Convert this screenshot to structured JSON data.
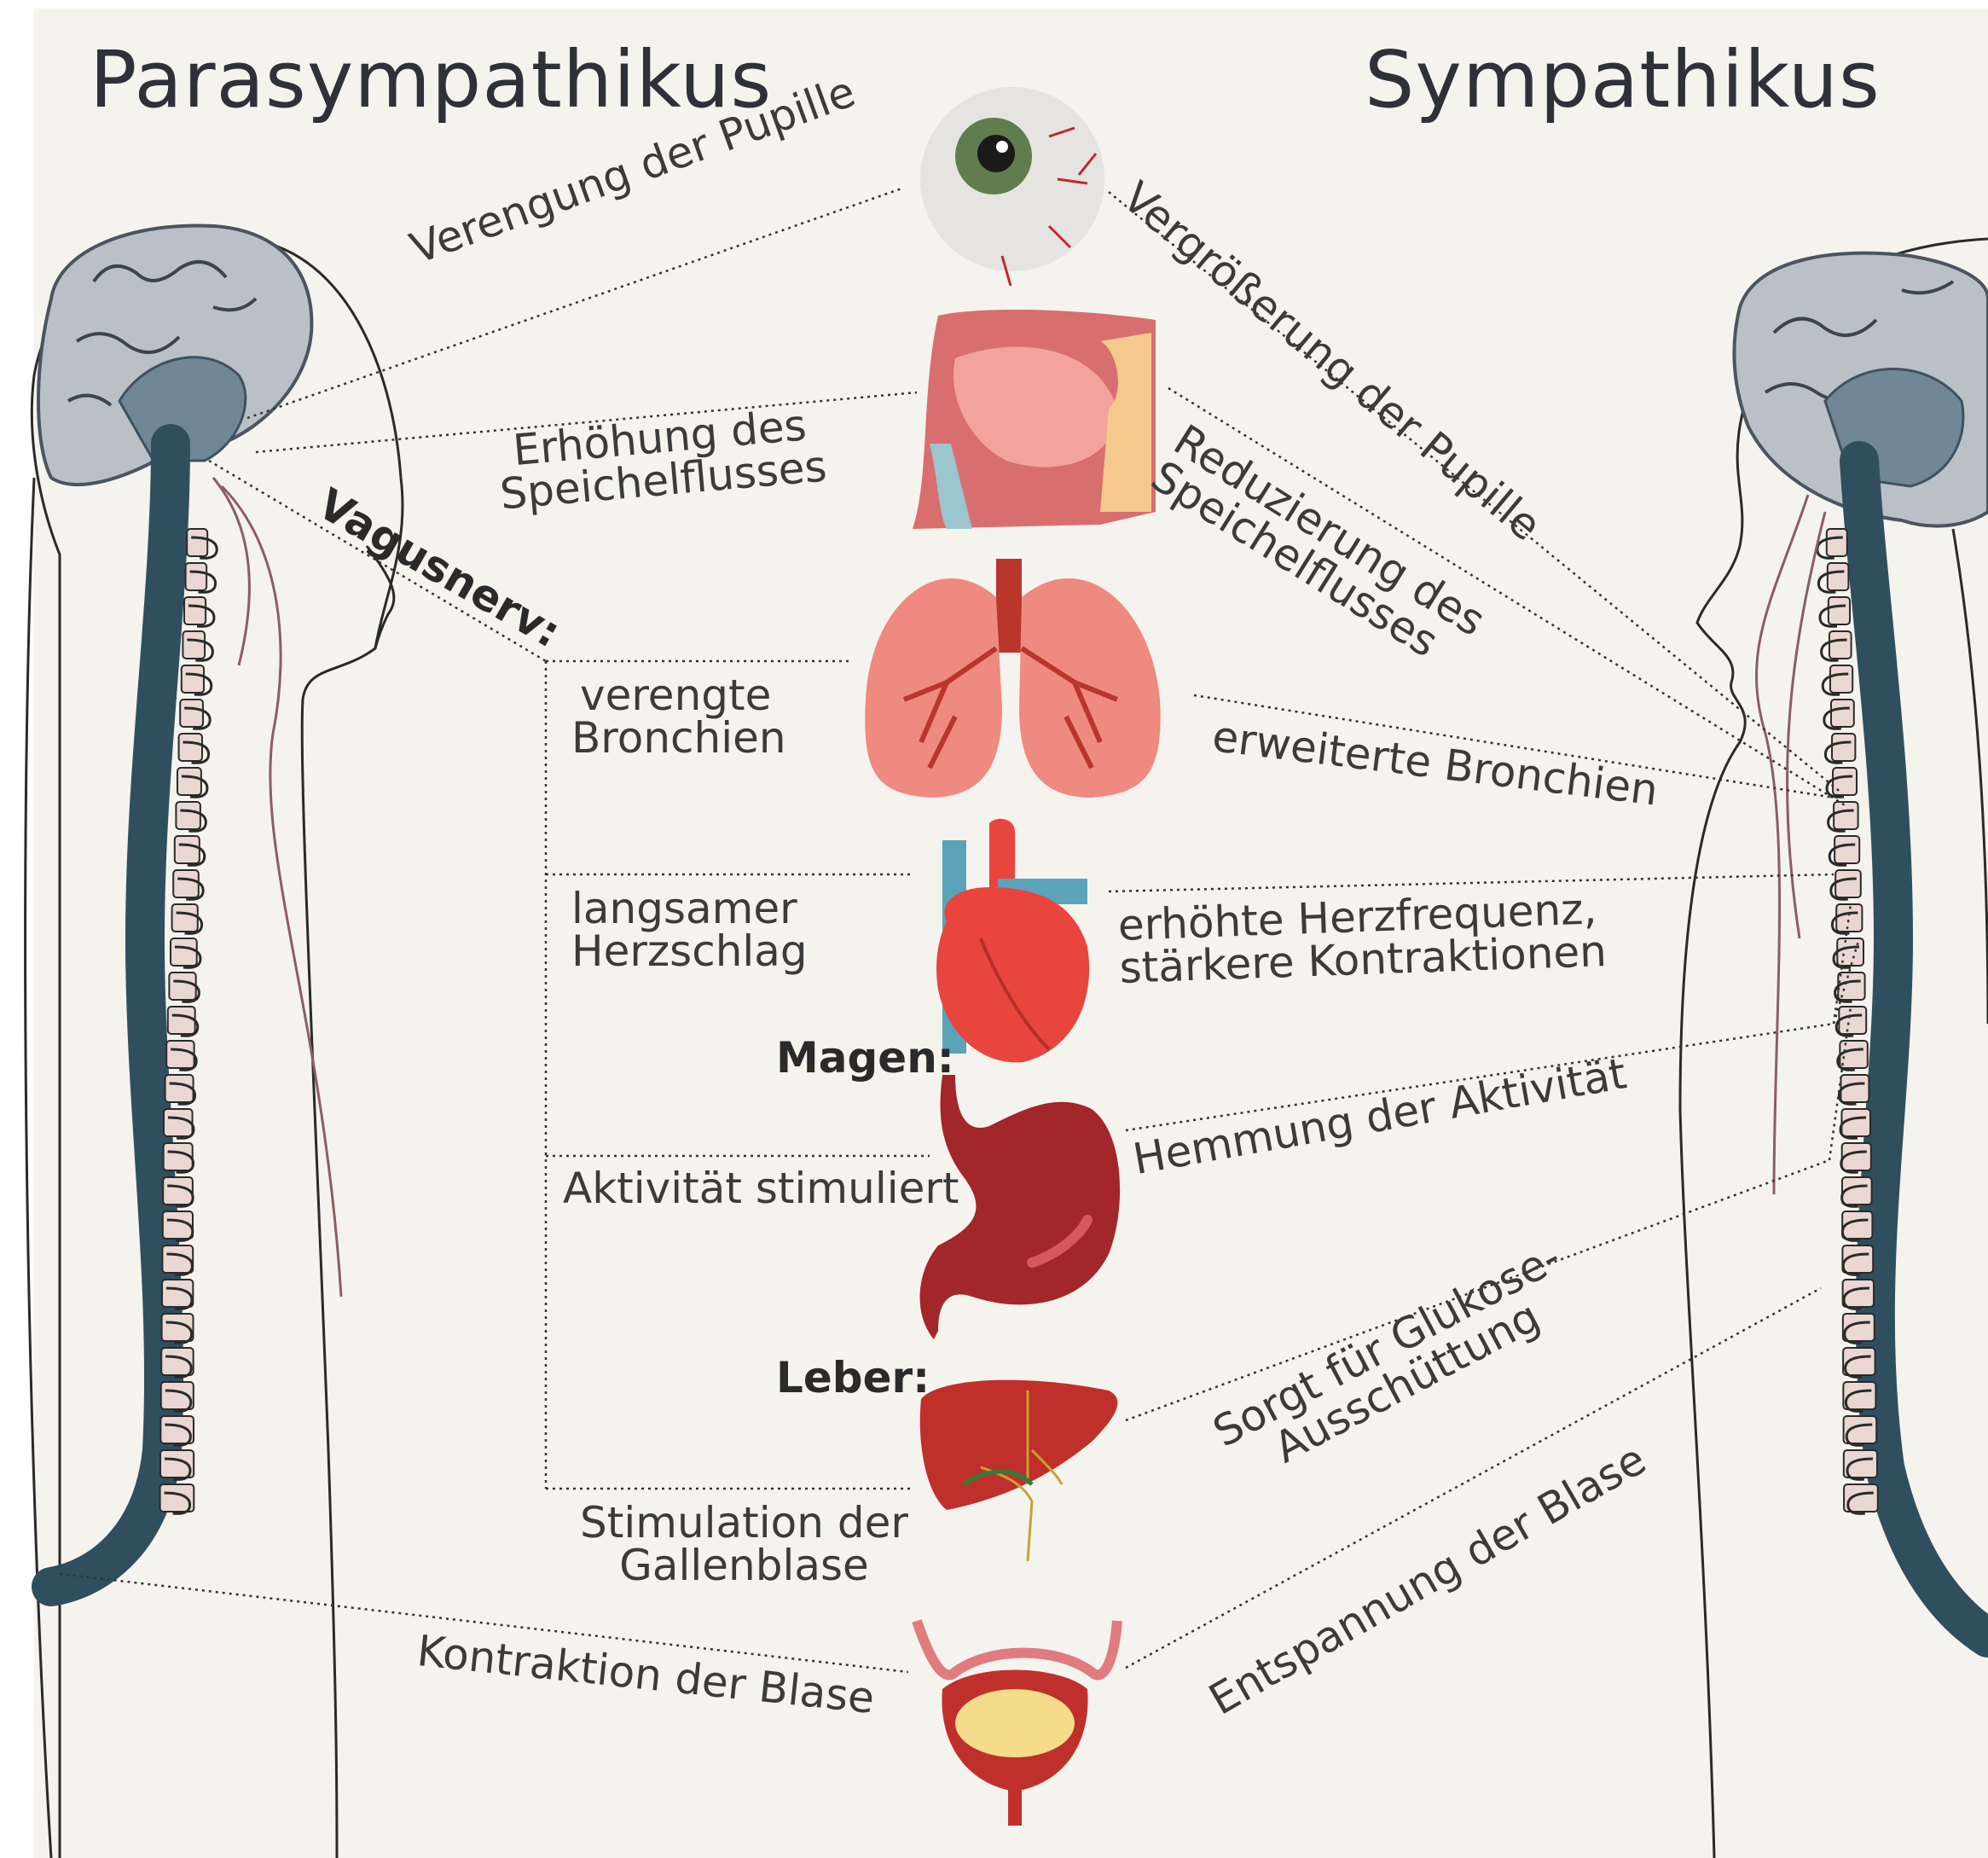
{
  "titles": {
    "left": "Parasympathikus",
    "right": "Sympathikus"
  },
  "headings": {
    "vagus": "Vagusnerv:",
    "magen": "Magen:",
    "leber": "Leber:"
  },
  "parasympathetic": {
    "pupil": "Verengung der Pupille",
    "saliva_1": "Erhöhung des",
    "saliva_2": "Speichelflusses",
    "bronchi_1": "verengte",
    "bronchi_2": "Bronchien",
    "heart_1": "langsamer",
    "heart_2": "Herzschlag",
    "stomach": "Aktivität stimuliert",
    "gall_1": "Stimulation der",
    "gall_2": "Gallenblase",
    "bladder": "Kontraktion der Blase"
  },
  "sympathetic": {
    "pupil": "Vergrößerung der Pupille",
    "saliva_1": "Reduzierung des",
    "saliva_2": "Speichelflusses",
    "bronchi": "erweiterte Bronchien",
    "heart_1": "erhöhte Herzfrequenz,",
    "heart_2": "stärkere Kontraktionen",
    "stomach": "Hemmung der Aktivität",
    "liver_1": "Sorgt für Glukose-",
    "liver_2": "Ausschüttung",
    "bladder": "Entspannung der Blase"
  },
  "colors": {
    "spine": "#2f4f5e",
    "vertebra": "#ead7d2",
    "brain": "#b9c1c7",
    "nerve": "#8c5d64",
    "lung": "#ef8a80",
    "heart": "#e8453c",
    "stomach": "#a3262a",
    "liver": "#c0302b",
    "bladder": "#e07b7e",
    "eye_iris": "#5f7d4f"
  }
}
